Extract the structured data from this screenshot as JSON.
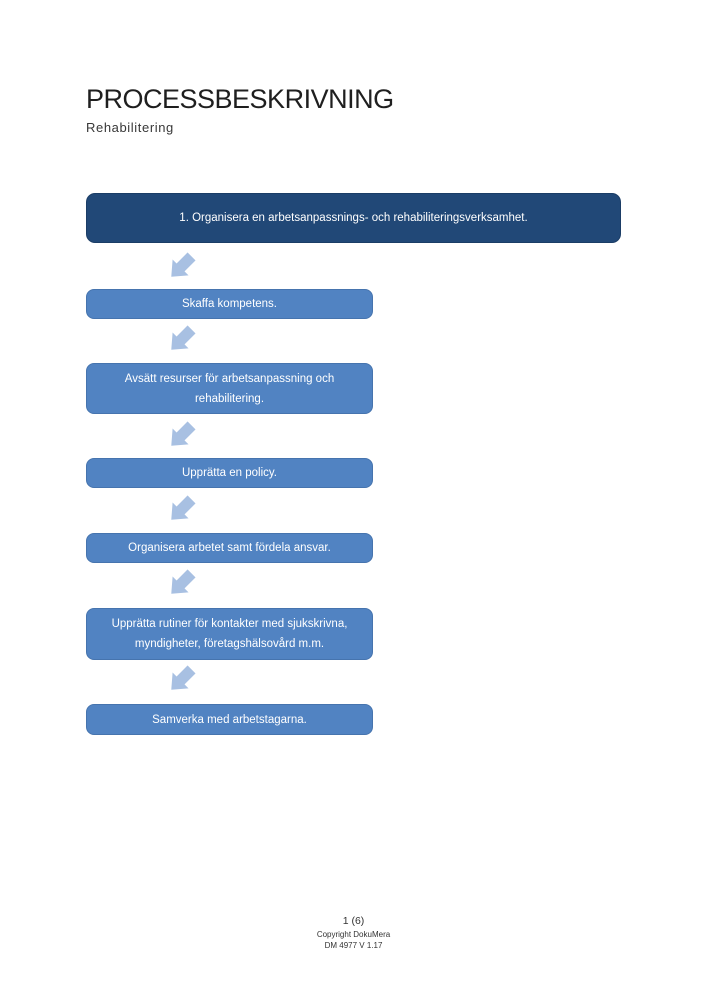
{
  "page": {
    "title": "PROCESSBESKRIVNING",
    "subtitle": "Rehabilitering"
  },
  "flow": {
    "steps": [
      {
        "label": "1. Organisera en arbetsanpassnings- och rehabiliteringsverksamhet.",
        "variant": "dark"
      },
      {
        "label": "Skaffa kompetens.",
        "variant": "light"
      },
      {
        "label": "Avsätt resurser för arbetsanpassning och rehabilitering.",
        "variant": "light"
      },
      {
        "label": "Upprätta en policy.",
        "variant": "light"
      },
      {
        "label": "Organisera arbetet samt fördela ansvar.",
        "variant": "light"
      },
      {
        "label": "Upprätta rutiner för kontakter med sjukskrivna, myndigheter, företagshälsovård m.m.",
        "variant": "light"
      },
      {
        "label": "Samverka med arbetstagarna.",
        "variant": "light"
      }
    ],
    "arrow_icon": "down-left-arrow"
  },
  "footer": {
    "page_number": "1 (6)",
    "copyright": "Copyright DokuMera",
    "document_id": "DM 4977 V 1.17"
  },
  "colors": {
    "dark_box": "#214877",
    "light_box": "#5183C2",
    "arrow": "#A8C0E2",
    "box_text": "#FFFFFF",
    "title_text": "#1F1F1F"
  }
}
